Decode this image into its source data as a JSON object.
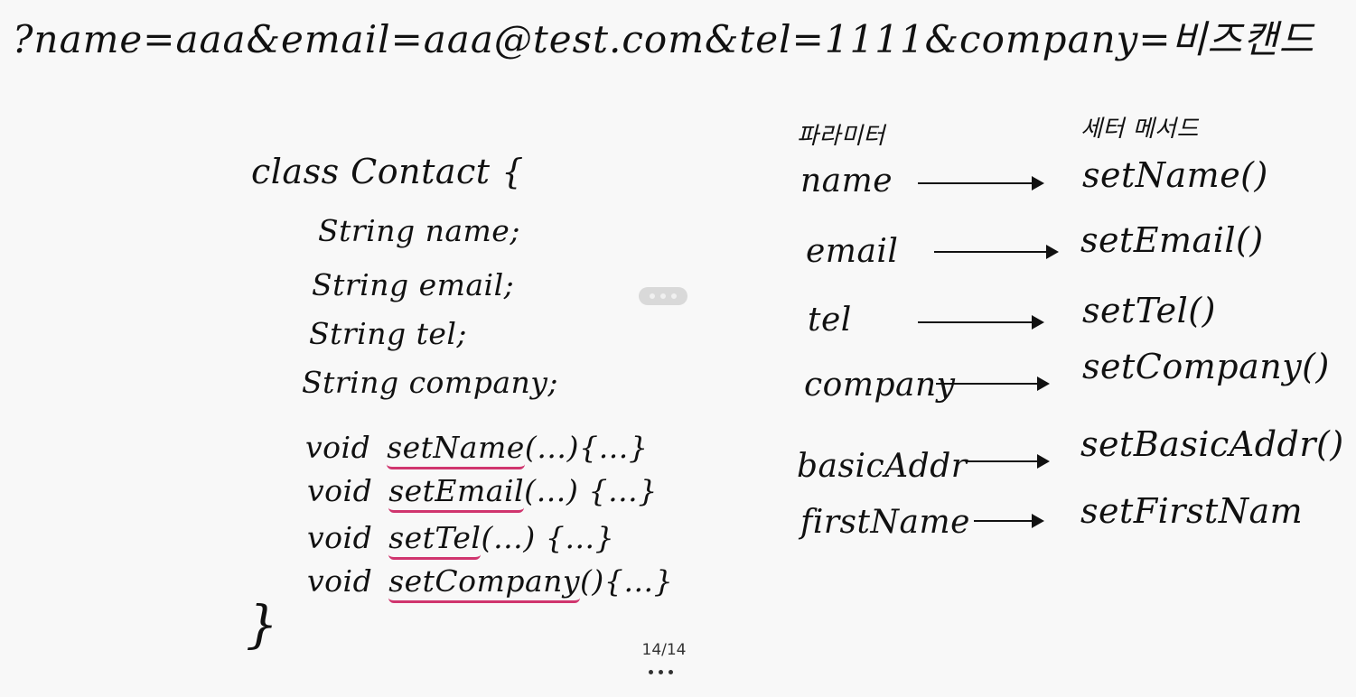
{
  "query_string": "?name=aaa&email=aaa@test.com&tel=1111&company=비즈캔드",
  "code": {
    "class_open": "class Contact {",
    "fields": [
      "String name;",
      "String email;",
      "String tel;",
      "String company;"
    ],
    "methods": [
      {
        "keyword": "void",
        "name": "setName",
        "rest": "(…){…}"
      },
      {
        "keyword": "void",
        "name": "setEmail",
        "rest": "(…) {…}"
      },
      {
        "keyword": "void",
        "name": "setTel",
        "rest": "(…) {…}"
      },
      {
        "keyword": "void",
        "name": "setCompany",
        "rest": "(){…}"
      }
    ],
    "class_close": "}"
  },
  "mapping": {
    "param_header": "파라미터",
    "setter_header": "세터 메서드",
    "rows": [
      {
        "param": "name",
        "setter": "setName()"
      },
      {
        "param": "email",
        "setter": "setEmail()"
      },
      {
        "param": "tel",
        "setter": "setTel()"
      },
      {
        "param": "company",
        "setter": "setCompany()"
      },
      {
        "param": "basicAddr",
        "setter": "setBasicAddr()"
      },
      {
        "param": "firstName",
        "setter": "setFirstNam"
      }
    ]
  },
  "underline_color": "#d0356e",
  "page_indicator": "14/14",
  "icons": {
    "toolbar": "annotation-toolbar-icon",
    "more": "more-options-icon"
  }
}
